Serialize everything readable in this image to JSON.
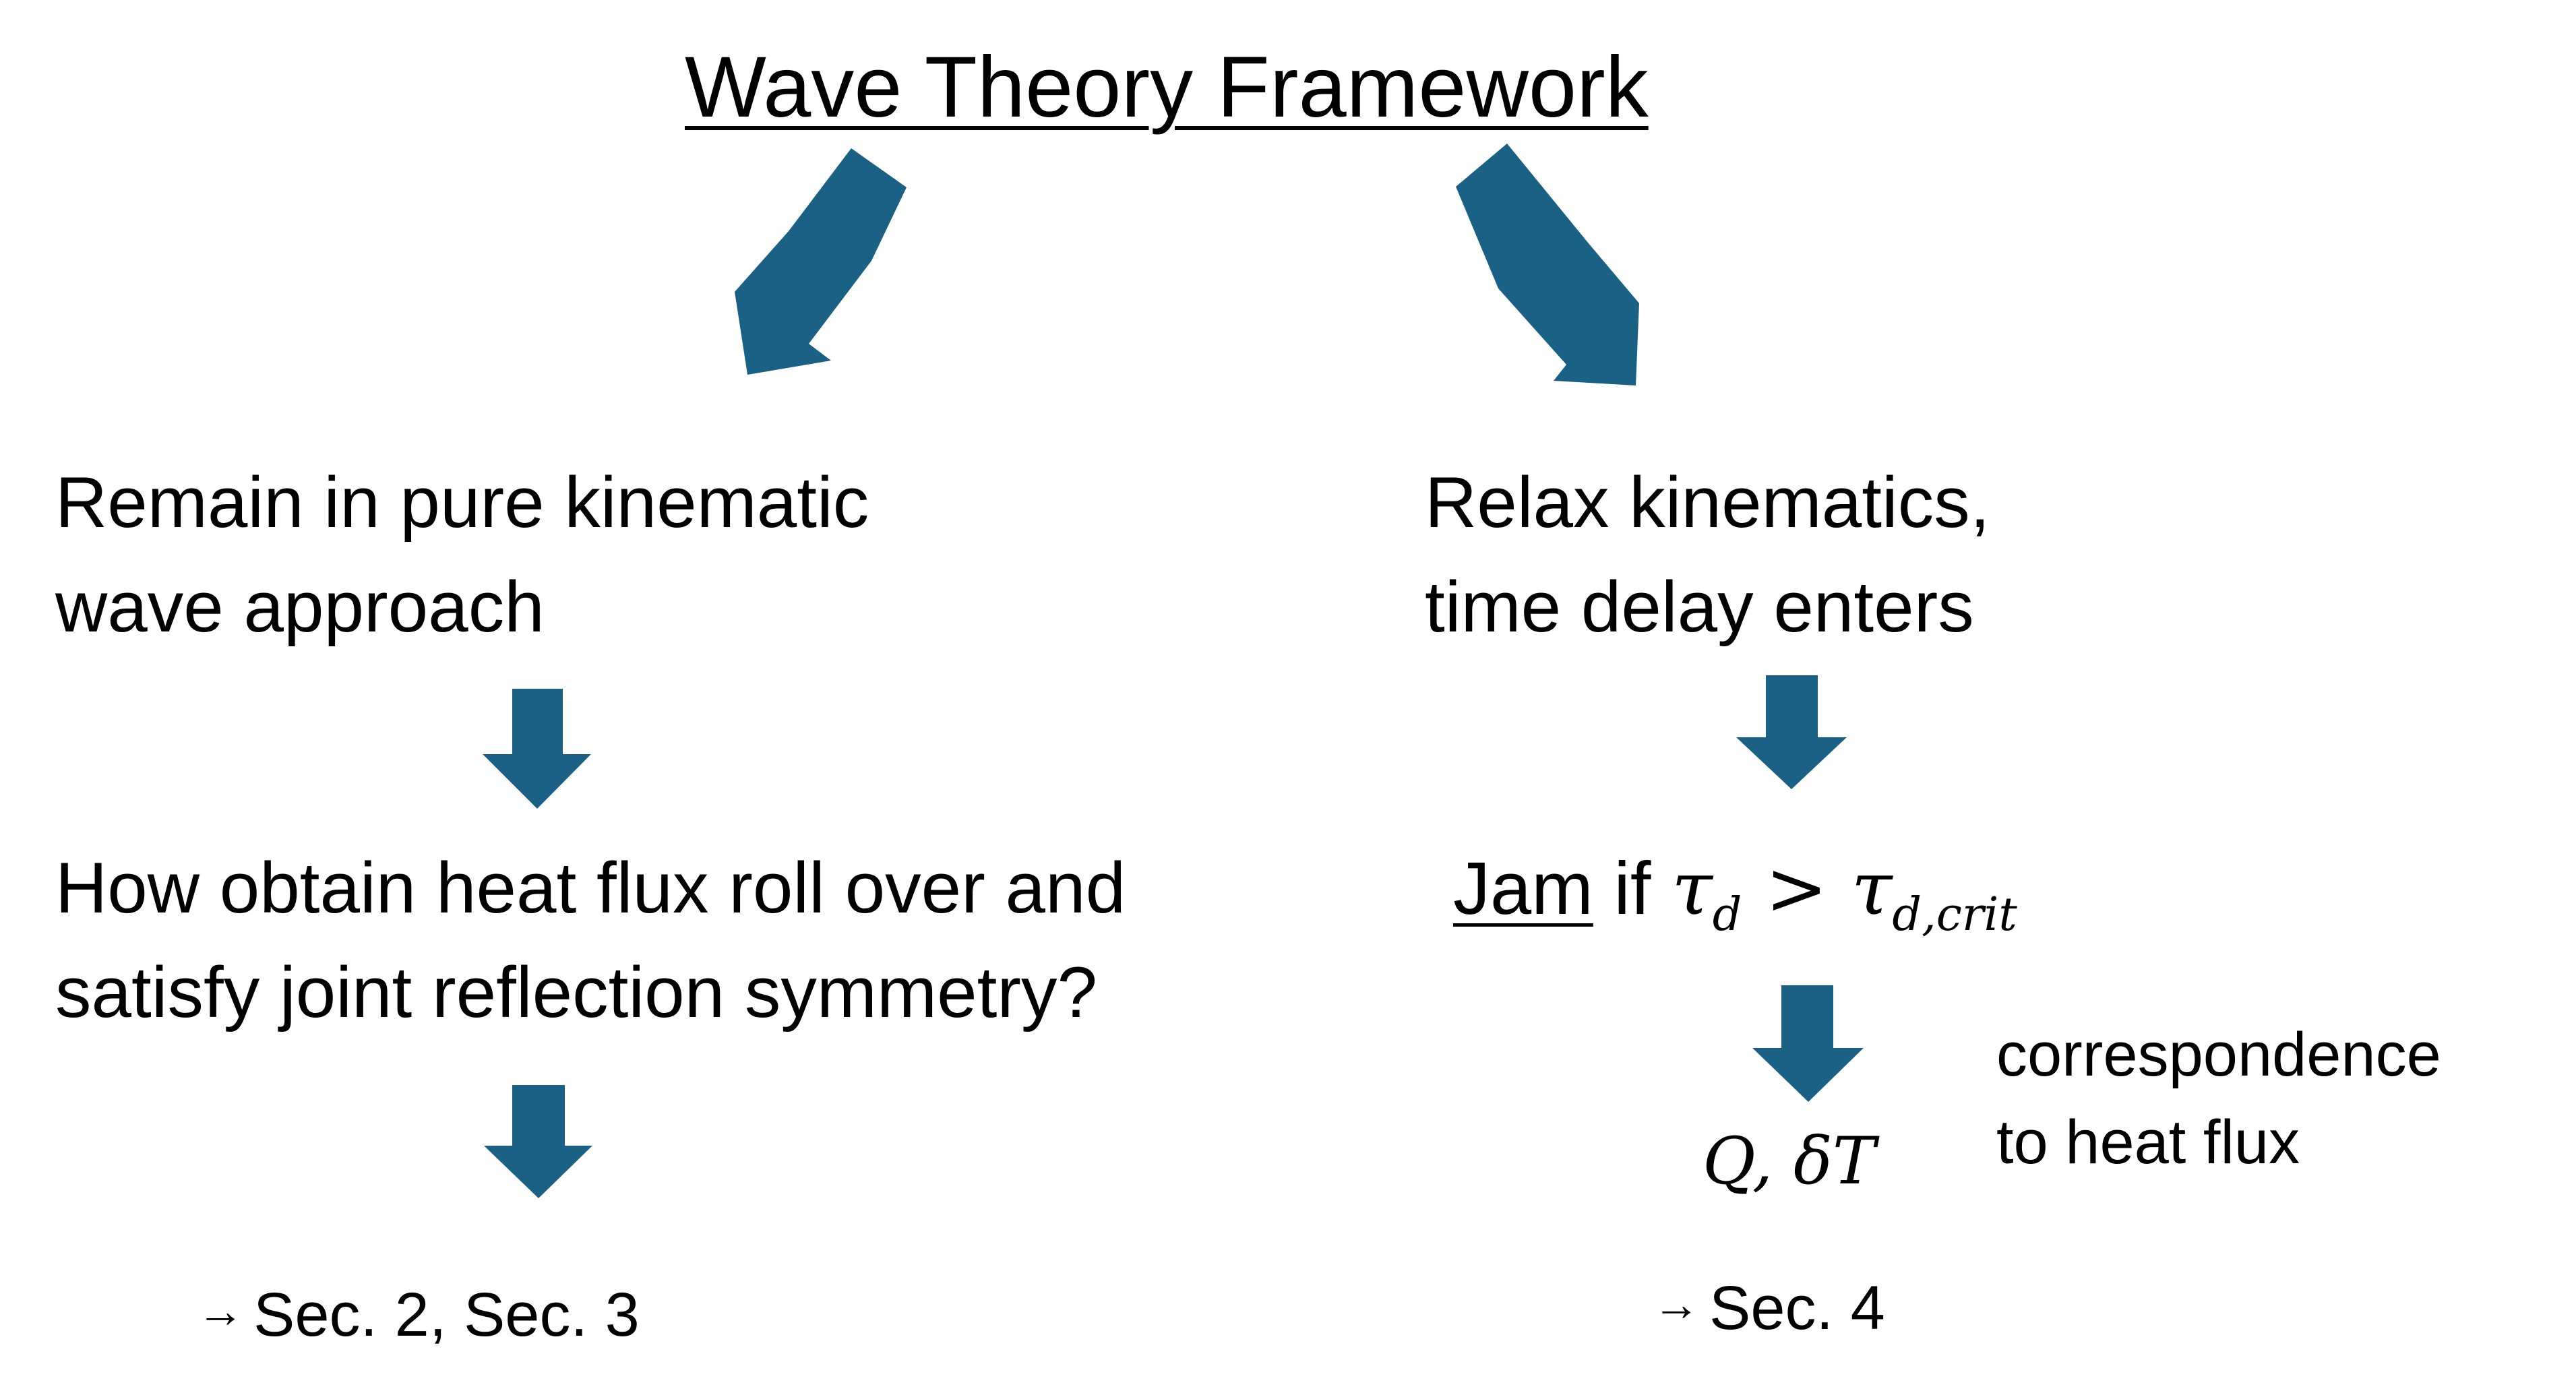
{
  "title": "Wave Theory Framework",
  "accent_color": "#1b6185",
  "left": {
    "step1": [
      "Remain in pure kinematic",
      "wave approach"
    ],
    "step2": [
      "How obtain heat flux roll over and",
      "satisfy joint reflection symmetry?"
    ],
    "reference": "Sec. 2, Sec. 3"
  },
  "right": {
    "step1": [
      "Relax kinematics,",
      "time delay enters"
    ],
    "jam_word": "Jam",
    "jam_if": "if",
    "tau_symbol": "τ",
    "tau_sub": "d",
    "greater_than": ">",
    "tau_crit_sub": "d,crit",
    "result_q": "Q,",
    "result_dt": "δT",
    "note": [
      "correspondence",
      "to heat flux"
    ],
    "reference": "Sec. 4"
  },
  "reference_arrow": "→"
}
